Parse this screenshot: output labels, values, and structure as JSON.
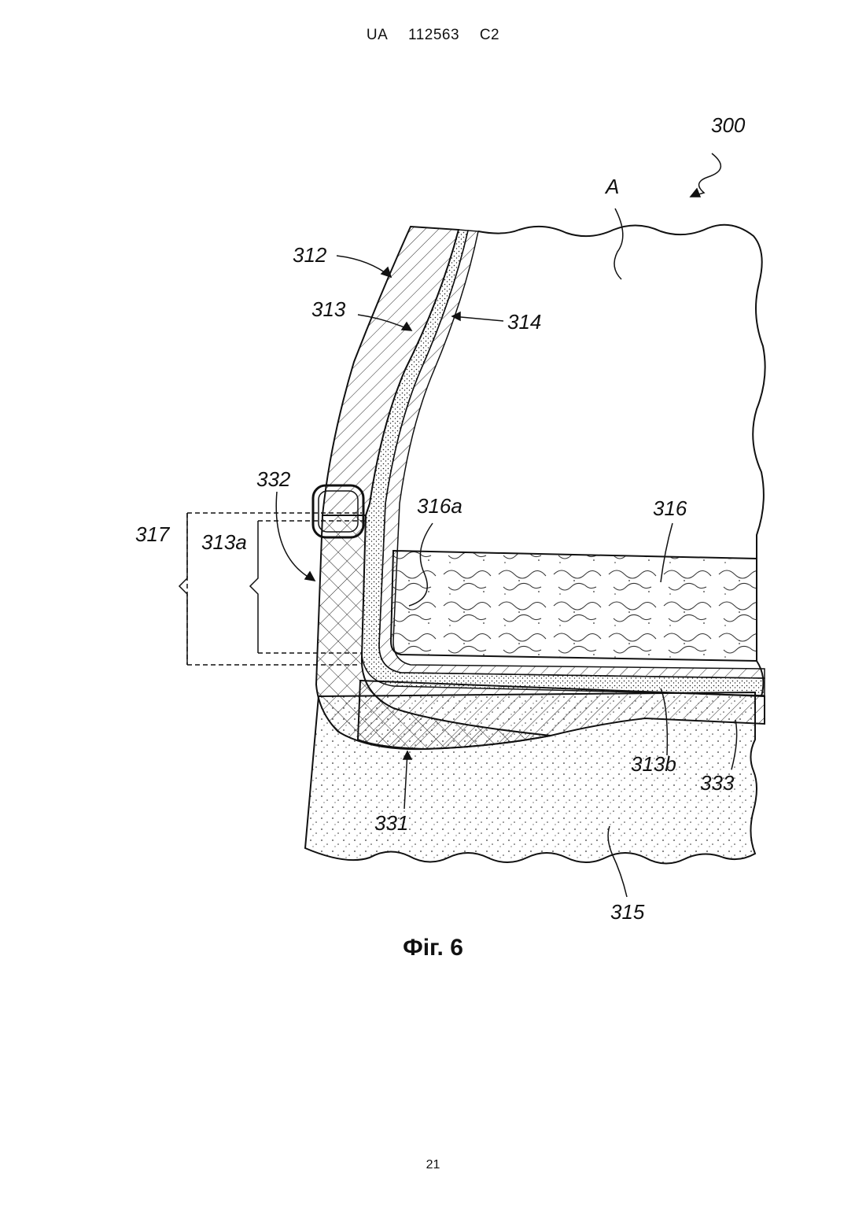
{
  "header": {
    "country": "UA",
    "number": "112563",
    "kind": "C2"
  },
  "figure": {
    "caption": "Фіг. 6",
    "labels": {
      "l300": "300",
      "lA": "A",
      "l312": "312",
      "l313": "313",
      "l314": "314",
      "l332": "332",
      "l316a": "316a",
      "l316": "316",
      "l317": "317",
      "l313a": "313a",
      "l313b": "313b",
      "l333": "333",
      "l331": "331",
      "l315": "315"
    }
  },
  "page_number": "21"
}
